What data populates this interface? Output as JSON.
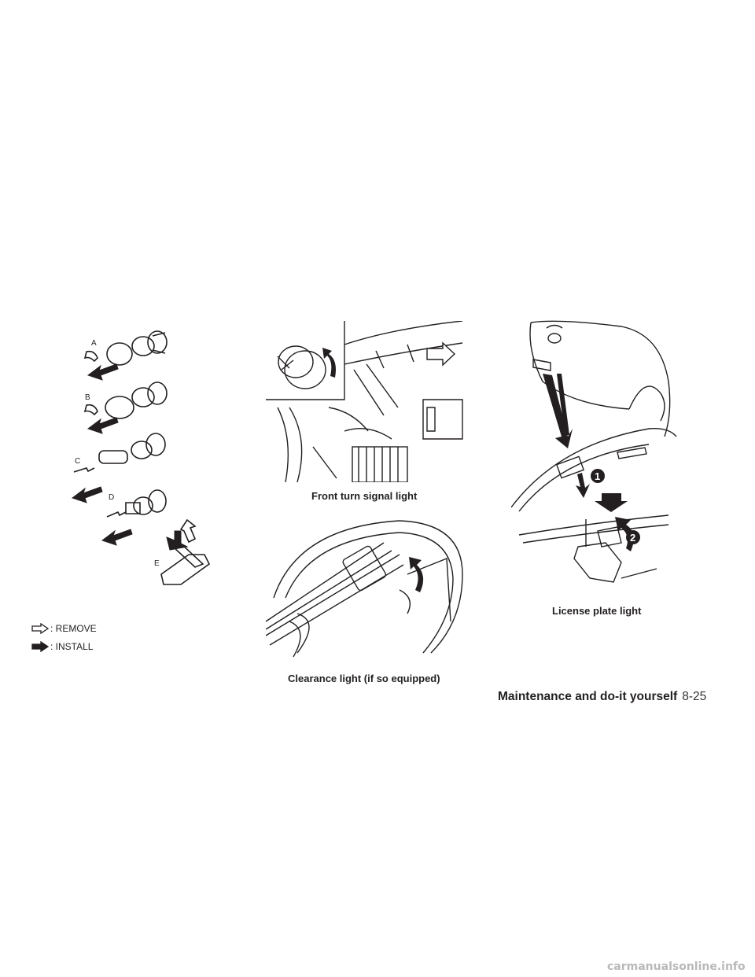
{
  "bulbs": {
    "labels": [
      "A",
      "B",
      "C",
      "D",
      "E"
    ]
  },
  "legend": {
    "remove_label": ": REMOVE",
    "install_label": ": INSTALL",
    "remove_icon": "outline-arrow-icon",
    "install_icon": "filled-arrow-icon"
  },
  "figures": {
    "front_turn_caption": "Front turn signal light",
    "clearance_caption": "Clearance light (if so equipped)",
    "license_caption": "License plate light",
    "license_steps": [
      "1",
      "2"
    ]
  },
  "footer": {
    "section": "Maintenance and do-it yourself",
    "page": "8-25"
  },
  "watermark": "carmanualsonline.info"
}
